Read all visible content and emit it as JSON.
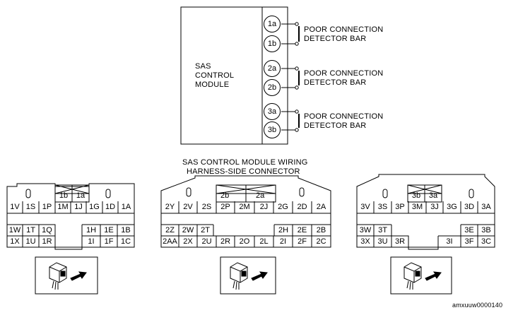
{
  "module": {
    "label_line1": "SAS",
    "label_line2": "CONTROL",
    "label_line3": "MODULE",
    "terminals": [
      "1a",
      "1b",
      "2a",
      "2b",
      "3a",
      "3b"
    ],
    "detector_line1": "POOR CONNECTION",
    "detector_line2": "DETECTOR BAR"
  },
  "connector_title": {
    "line1": "SAS CONTROL MODULE WIRING",
    "line2": "HARNESS-SIDE CONNECTOR"
  },
  "connector1": {
    "shorting": [
      "1b",
      "1a"
    ],
    "row1": [
      "1V",
      "1S",
      "1P",
      "1M",
      "1J",
      "1G",
      "1D",
      "1A"
    ],
    "row2": [
      "1W",
      "1T",
      "1Q",
      "1H",
      "1E",
      "1B"
    ],
    "row3": [
      "1X",
      "1U",
      "1R",
      "1I",
      "1F",
      "1C"
    ]
  },
  "connector2": {
    "shorting": [
      "2b",
      "2a"
    ],
    "row1": [
      "2Y",
      "2V",
      "2S",
      "2P",
      "2M",
      "2J",
      "2G",
      "2D",
      "2A"
    ],
    "row2": [
      "2Z",
      "2W",
      "2T",
      "2H",
      "2E",
      "2B"
    ],
    "row3": [
      "2AA",
      "2X",
      "2U",
      "2R",
      "2O",
      "2L",
      "2I",
      "2F",
      "2C"
    ]
  },
  "connector3": {
    "shorting": [
      "3b",
      "3a"
    ],
    "row1": [
      "3V",
      "3S",
      "3P",
      "3M",
      "3J",
      "3G",
      "3D",
      "3A"
    ],
    "row2": [
      "3W",
      "3T",
      "3E",
      "3B"
    ],
    "row3": [
      "3X",
      "3U",
      "3R",
      "3I",
      "3F",
      "3C"
    ]
  },
  "footer_code": "amxuuw0000140"
}
